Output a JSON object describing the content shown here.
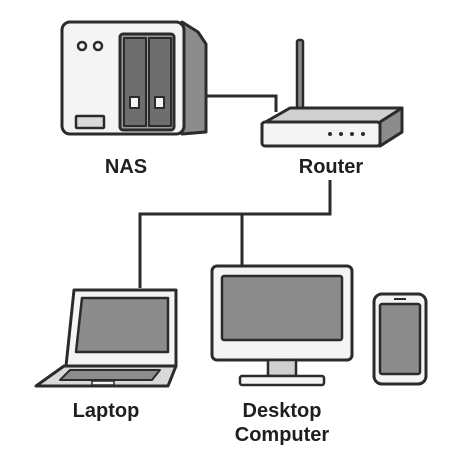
{
  "nodes": {
    "nas": {
      "label": "NAS",
      "icon": "nas-icon"
    },
    "router": {
      "label": "Router",
      "icon": "router-icon"
    },
    "laptop": {
      "label": "Laptop",
      "icon": "laptop-icon"
    },
    "desktop": {
      "label_line1": "Desktop",
      "label_line2": "Computer",
      "icon": "desktop-computer-icon"
    },
    "phone": {
      "icon": "smartphone-icon"
    }
  },
  "connections": [
    {
      "from": "nas",
      "to": "router"
    },
    {
      "from": "router",
      "to": "laptop"
    },
    {
      "from": "router",
      "to": "desktop"
    }
  ],
  "colors": {
    "outline": "#2b2b2b",
    "device_fill": "#f4f4f4",
    "screen_fill": "#8c8c8c",
    "dark_fill": "#6e6e6e",
    "wire": "#2b2b2b"
  }
}
